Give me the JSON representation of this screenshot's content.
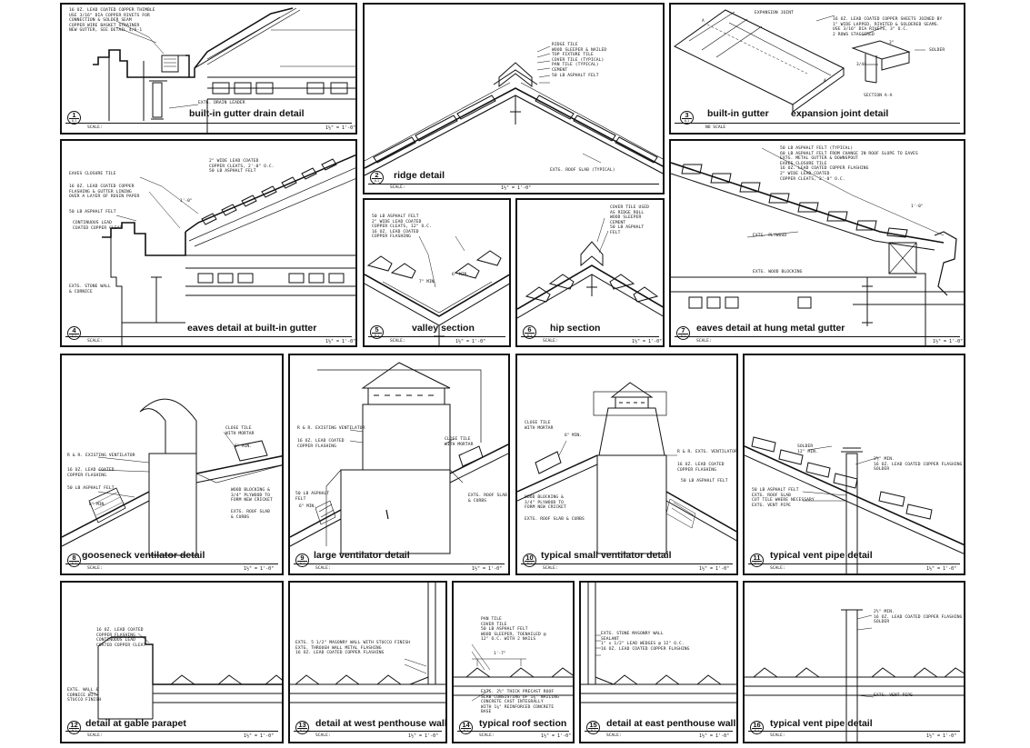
{
  "panels": [
    {
      "num": "1",
      "sheet": "6-1",
      "title": "built-in gutter drain detail",
      "scale_label": "SCALE:",
      "scale_value": "1½\" = 1'-0\"",
      "callouts": [
        "16 OZ. LEAD COATED COPPER THIMBLE\nUSE 3/16\" DIA COPPER RIVETS FOR\nCONNECTION & SOLDER SEAM\nCOPPER WIRE BASKET STRAINER\nNEW GUTTER, SEE DETAIL 4/6-1",
        "EXTG. DRAIN LEADER"
      ]
    },
    {
      "num": "2",
      "sheet": "6-1",
      "title": "ridge detail",
      "scale_label": "SCALE:",
      "scale_value": "1½\" = 1'-0\"",
      "callouts": [
        "RIDGE TILE\nWOOD SLEEPER & NAILED\nTOP FIXTURE TILE\nCOVER TILE (TYPICAL)\nPAN TILE (TYPICAL)\nCEMENT\n50 LB ASPHALT FELT",
        "EXTG. ROOF SLAB (TYPICAL)"
      ]
    },
    {
      "num": "3",
      "sheet": "6-1",
      "title": "built-in gutter",
      "title2": "expansion joint detail",
      "scale_label": "NO SCALE",
      "scale_value": "",
      "callouts": [
        "EXPANSION JOINT",
        "16 OZ. LEAD COATED COPPER SHEETS JOINED BY\n1\" WIDE LAPPED, RIVETED & SOLDERED SEAMS.\nUSE 3/16\" DIA RIVETS, 3\" O.C.\n2 ROWS STAGGERED",
        "SOLDER",
        "SECTION A-A"
      ],
      "dims": [
        "3\"",
        "3/4\"",
        "A",
        "A"
      ]
    },
    {
      "num": "4",
      "sheet": "6-1",
      "title": "eaves detail at built-in gutter",
      "scale_label": "SCALE:",
      "scale_value": "1½\" = 1'-0\"",
      "callouts": [
        "2\" WIDE LEAD COATED\nCOPPER CLEATS, 2'-0\" O.C.\n50 LB ASPHALT FELT",
        "EAVES CLOSURE TILE",
        "16 OZ. LEAD COATED COPPER\nFLASHING & GUTTER LINING\nOVER A LAYER OF ROSIN PAPER",
        "50 LB ASPHALT FELT",
        "CONTINUOUS LEAD\nCOATED COPPER CLEAT",
        "EXTG. STONE WALL\n& CORNICE"
      ],
      "dims": [
        "1'-0\""
      ]
    },
    {
      "num": "5",
      "sheet": "6-1",
      "title": "valley section",
      "scale_label": "SCALE:",
      "scale_value": "1½\" = 1'-0\"",
      "callouts": [
        "50 LB ASPHALT FELT\n2\" WIDE LEAD COATED\nCOPPER CLEATS, 12\" O.C.\n16 OZ. LEAD COATED\nCOPPER FLASHING"
      ],
      "dims": [
        "7\" MIN.",
        "6\" MIN."
      ]
    },
    {
      "num": "6",
      "sheet": "6-1",
      "title": "hip section",
      "scale_label": "SCALE:",
      "scale_value": "1½\" = 1'-0\"",
      "callouts": [
        "COVER TILE USED\nAS RIDGE ROLL\nWOOD SLEEPER\nCEMENT\n50 LB ASPHALT\nFELT"
      ]
    },
    {
      "num": "7",
      "sheet": "6-1",
      "title": "eaves detail at hung metal gutter",
      "scale_label": "SCALE:",
      "scale_value": "1½\" = 1'-0\"",
      "callouts": [
        "50 LB ASPHALT FELT (TYPICAL)\n60 LB ASPHALT FELT FROM CHANGE IN ROOF SLOPE TO EAVES\nEXTG. METAL GUTTER & DOWNSPOUT\nEAVES CLOSURE TILE\n16 OZ. LEAD COATED COPPER FLASHING\n2\" WIDE LEAD COATED\nCOPPER CLEATS, 2'-0\" O.C.",
        "EXTG. PLYWOOD",
        "EXTG. WOOD BLOCKING"
      ],
      "dims": [
        "1'-0\""
      ]
    },
    {
      "num": "8",
      "sheet": "6-1",
      "title": "gooseneck ventilator detail",
      "scale_label": "SCALE:",
      "scale_value": "1½\" = 1'-0\"",
      "callouts": [
        "CLOSE TILE\nWITH MORTAR",
        "R & R. EXISTING VENTILATOR",
        "16 OZ. LEAD COATED\nCOPPER FLASHING",
        "50 LB ASPHALT FELT",
        "WOOD BLOCKING &\n3/4\" PLYWOOD TO\nFORM NEW CRICKET",
        "EXTG. ROOF SLAB\n& CURBS"
      ],
      "dims": [
        "6\" MIN.",
        "6\" MIN."
      ]
    },
    {
      "num": "9",
      "sheet": "6-1",
      "title": "large ventilator detail",
      "scale_label": "SCALE:",
      "scale_value": "1½\" = 1'-0\"",
      "callouts": [
        "R & R. EXISTING VENTILATOR",
        "16 OZ. LEAD COATED\nCOPPER FLASHING",
        "CLOSE TILE\nWITH MORTAR",
        "50 LB ASPHALT\nFELT",
        "EXTG. ROOF SLAB\n& CURBS"
      ],
      "dims": [
        "6\" MIN."
      ]
    },
    {
      "num": "10",
      "sheet": "6-1",
      "title": "typical small ventilator detail",
      "scale_label": "SCALE:",
      "scale_value": "1½\" = 1'-0\"",
      "callouts": [
        "CLOSE TILE\nWITH MORTAR",
        "R & R. EXTG. VENTILATOR",
        "16 OZ. LEAD COATED\nCOPPER FLASHING",
        "50 LB ASPHALT FELT",
        "WOOD BLOCKING &\n3/4\" PLYWOOD TO\nFORM NEW CRICKET",
        "EXTG. ROOF SLAB & CURBS"
      ],
      "dims": [
        "6\" MIN."
      ]
    },
    {
      "num": "11",
      "sheet": "6-1",
      "title": "typical vent pipe detail",
      "scale_label": "SCALE:",
      "scale_value": "1½\" = 1'-0\"",
      "callouts": [
        "SOLDER\n12\" MIN.",
        "2½\" MIN.\n16 OZ. LEAD COATED COPPER FLASHING\nSOLDER",
        "50 LB ASPHALT FELT\nEXTG. ROOF SLAB\nCUT TILE WHERE NECESSARY\nEXTG. VENT PIPE"
      ]
    },
    {
      "num": "12",
      "sheet": "6-1",
      "title": "detail at gable parapet",
      "scale_label": "SCALE:",
      "scale_value": "1½\" = 1'-0\"",
      "callouts": [
        "16 OZ. LEAD COATED\nCOPPER FLASHING\nCONTINUOUS LEAD\nCOATED COPPER CLEAT",
        "EXTG. WALL &\nCORNICE WITH\nSTUCCO FINISH"
      ]
    },
    {
      "num": "13",
      "sheet": "6-1",
      "title": "detail at west penthouse wall",
      "scale_label": "SCALE:",
      "scale_value": "1½\" = 1'-0\"",
      "callouts": [
        "EXTG. 5 1/2\" MASONRY WALL WITH STUCCO FINISH\nEXTG. THROUGH WALL METAL FLASHING\n16 OZ. LEAD COATED COPPER FLASHING"
      ]
    },
    {
      "num": "14",
      "sheet": "6-1",
      "title": "typical roof section",
      "scale_label": "SCALE:",
      "scale_value": "1½\" = 1'-0\"",
      "callouts": [
        "PAN TILE\nCOVER TILE\n50 LB ASPHALT FELT\nWOOD SLEEPER, TOENAILED @\n12\" O.C. WITH 2 NAILS",
        "EXTG. 2½\" THICK PRECAST ROOF\nSLAB CONSISTING OF 1⅛\" NAILING\nCONCRETE CAST INTEGRALLY\nWITH 1⅛\" REINFORCED CONCRETE\nBASE"
      ],
      "dims": [
        "1'-7\""
      ]
    },
    {
      "num": "15",
      "sheet": "6-1",
      "title": "detail at east penthouse wall",
      "scale_label": "SCALE:",
      "scale_value": "1½\" = 1'-0\"",
      "callouts": [
        "EXTG. STONE MASONRY WALL\nSEALANT\n1\" x 1/2\" LEAD WEDGES @ 12\" O.C.\n16 OZ. LEAD COATED COPPER FLASHING"
      ]
    },
    {
      "num": "16",
      "sheet": "6-1",
      "title": "typical vent pipe detail",
      "scale_label": "SCALE:",
      "scale_value": "1½\" = 1'-0\"",
      "callouts": [
        "2½\" MIN.\n16 OZ. LEAD COATED COPPER FLASHING\nSOLDER",
        "EXTG. VENT PIPE"
      ]
    }
  ]
}
